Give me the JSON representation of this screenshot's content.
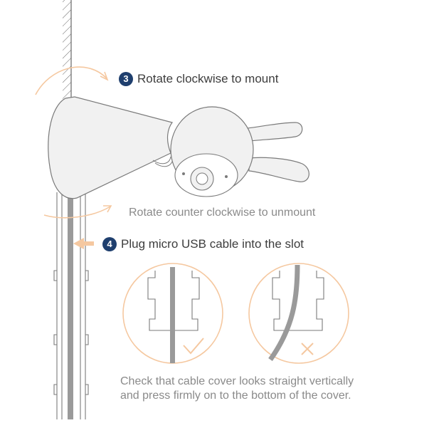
{
  "steps": {
    "step3": {
      "number": "3",
      "text": "Rotate clockwise to mount"
    },
    "unmount": {
      "text": "Rotate counter clockwise to unmount"
    },
    "step4": {
      "number": "4",
      "text": "Plug micro USB cable into the slot"
    }
  },
  "check": {
    "correct_mark": "check-mark",
    "wrong_mark": "cross-mark"
  },
  "note": {
    "line1": "Check that cable cover looks straight vertically",
    "line2": "and press firmly on to the bottom of the cover."
  },
  "colors": {
    "accent": "#f5c8a0",
    "badge": "#1f3f6e",
    "line": "#7a7a7a",
    "cable": "#9a9a9a"
  }
}
